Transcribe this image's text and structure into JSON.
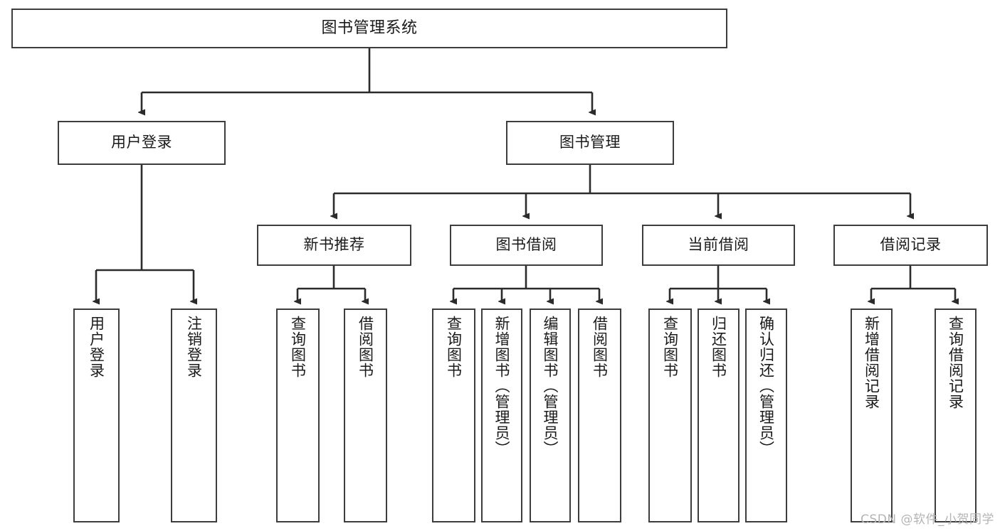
{
  "diagram": {
    "title": "图书管理系统",
    "type": "tree",
    "colors": {
      "stroke": "#3d3d3d",
      "background": "#ffffff",
      "text": "#1a1a1a",
      "watermark": "#b4b4b4"
    },
    "root": {
      "label": "图书管理系统"
    },
    "level2": [
      {
        "label": "用户登录"
      },
      {
        "label": "图书管理"
      }
    ],
    "level3": [
      {
        "label": "新书推荐"
      },
      {
        "label": "图书借阅"
      },
      {
        "label": "当前借阅"
      },
      {
        "label": "借阅记录"
      }
    ],
    "leaves": {
      "user_login": [
        {
          "label": "用户登录"
        },
        {
          "label": "注销登录"
        }
      ],
      "new_book": [
        {
          "label": "查询图书"
        },
        {
          "label": "借阅图书"
        }
      ],
      "book_borrow": [
        {
          "label": "查询图书"
        },
        {
          "label": "新增图书（管理员）"
        },
        {
          "label": "编辑图书（管理员）"
        },
        {
          "label": "借阅图书"
        }
      ],
      "current_borrow": [
        {
          "label": "查询图书"
        },
        {
          "label": "归还图书"
        },
        {
          "label": "确认归还（管理员）"
        }
      ],
      "borrow_record": [
        {
          "label": "新增借阅记录"
        },
        {
          "label": "查询借阅记录"
        }
      ]
    }
  },
  "watermark": {
    "text": "CSDN @软件_小贺同学"
  }
}
